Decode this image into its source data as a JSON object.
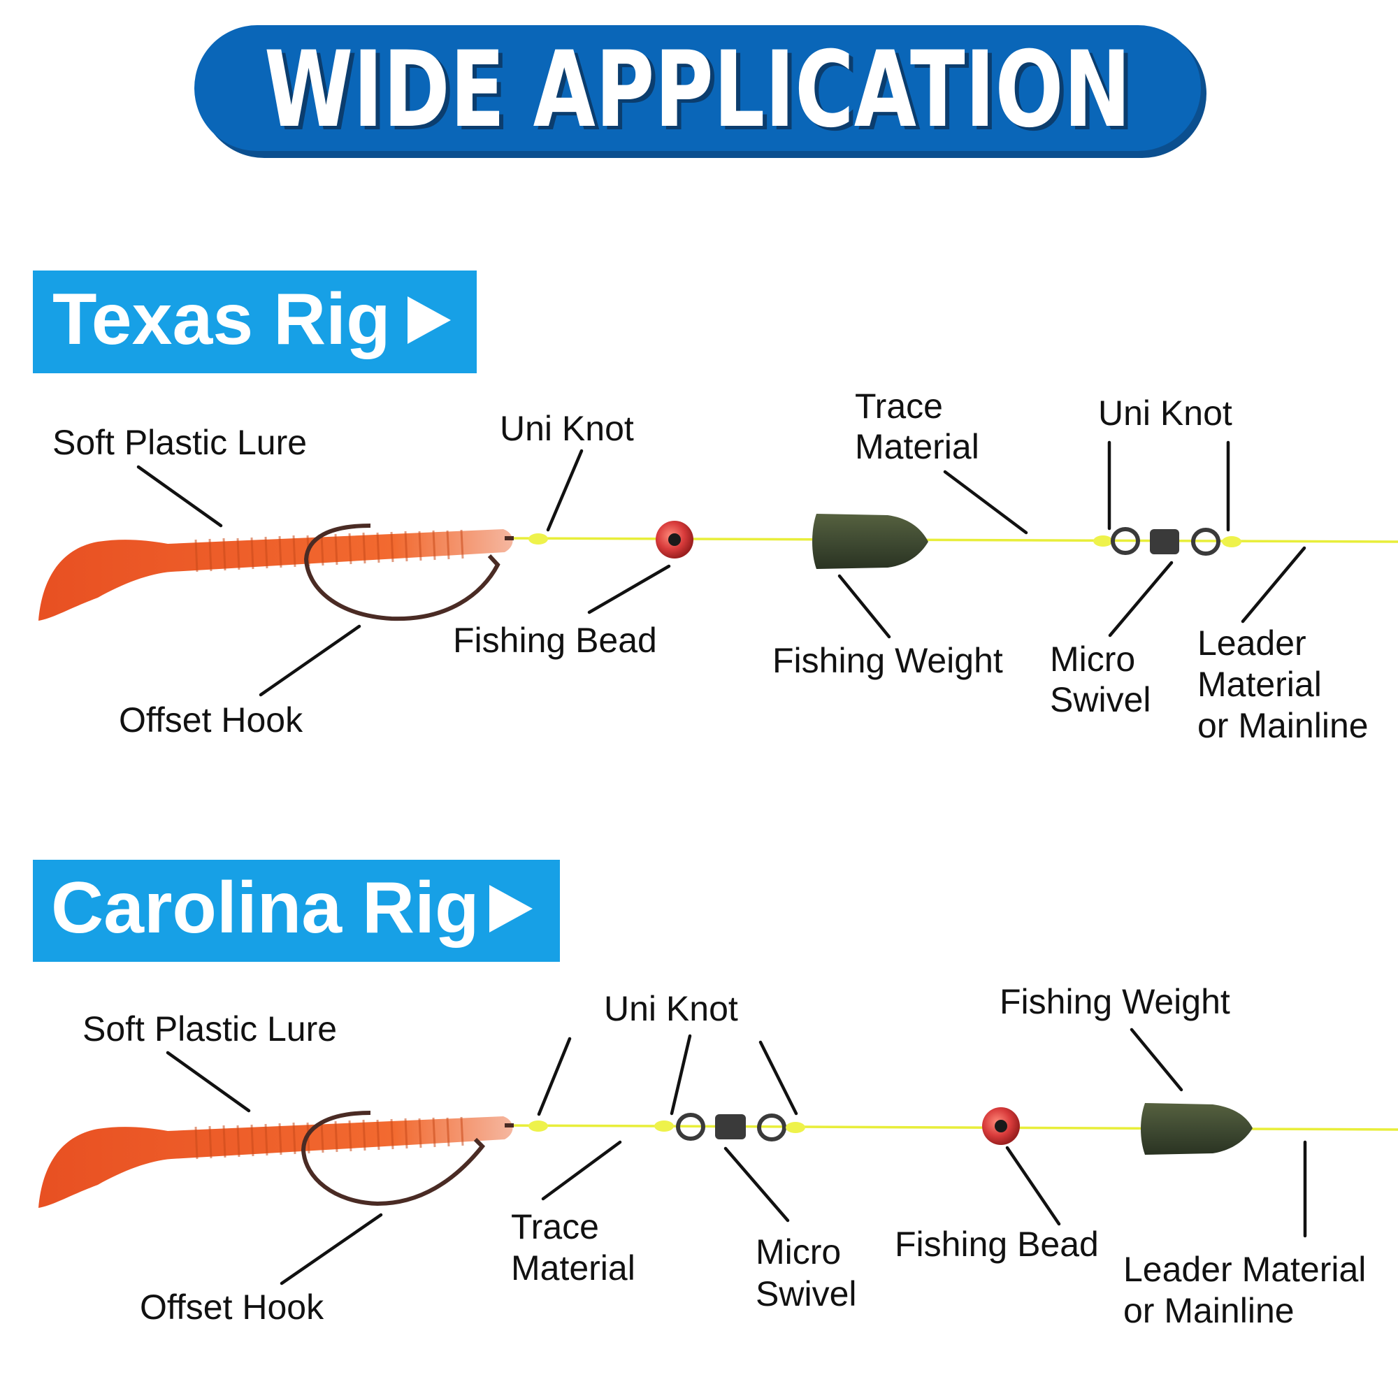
{
  "header": {
    "title": "WIDE APPLICATION",
    "colors": {
      "banner": "#0a66b8",
      "banner_shadow": "#0b3d6e"
    }
  },
  "colors": {
    "section_box": "#17a0e6",
    "lure_body": "#f0622a",
    "lure_tip": "#f4b9a2",
    "line": "#e8ee3a",
    "weight": "#3f4a32",
    "bead": "#d83b3b",
    "hook": "#4a2b24",
    "swivel": "#3a3a3a"
  },
  "texas": {
    "title": "Texas Rig",
    "labels": {
      "soft_plastic_lure": "Soft Plastic Lure",
      "uni_knot_1": "Uni Knot",
      "trace_1": "Trace",
      "trace_2": "Material",
      "uni_knot_2": "Uni Knot",
      "offset_hook": "Offset Hook",
      "fishing_bead": "Fishing Bead",
      "fishing_weight": "Fishing Weight",
      "micro_1": "Micro",
      "micro_2": "Swivel",
      "leader_1": "Leader",
      "leader_2": "Material",
      "leader_3": "or Mainline"
    }
  },
  "carolina": {
    "title": "Carolina Rig",
    "labels": {
      "soft_plastic_lure": "Soft Plastic Lure",
      "uni_knot": "Uni Knot",
      "fishing_weight": "Fishing Weight",
      "offset_hook": "Offset Hook",
      "trace_1": "Trace",
      "trace_2": "Material",
      "micro_1": "Micro",
      "micro_2": "Swivel",
      "fishing_bead": "Fishing Bead",
      "leader_1": "Leader Material",
      "leader_2": "or Mainline"
    }
  }
}
